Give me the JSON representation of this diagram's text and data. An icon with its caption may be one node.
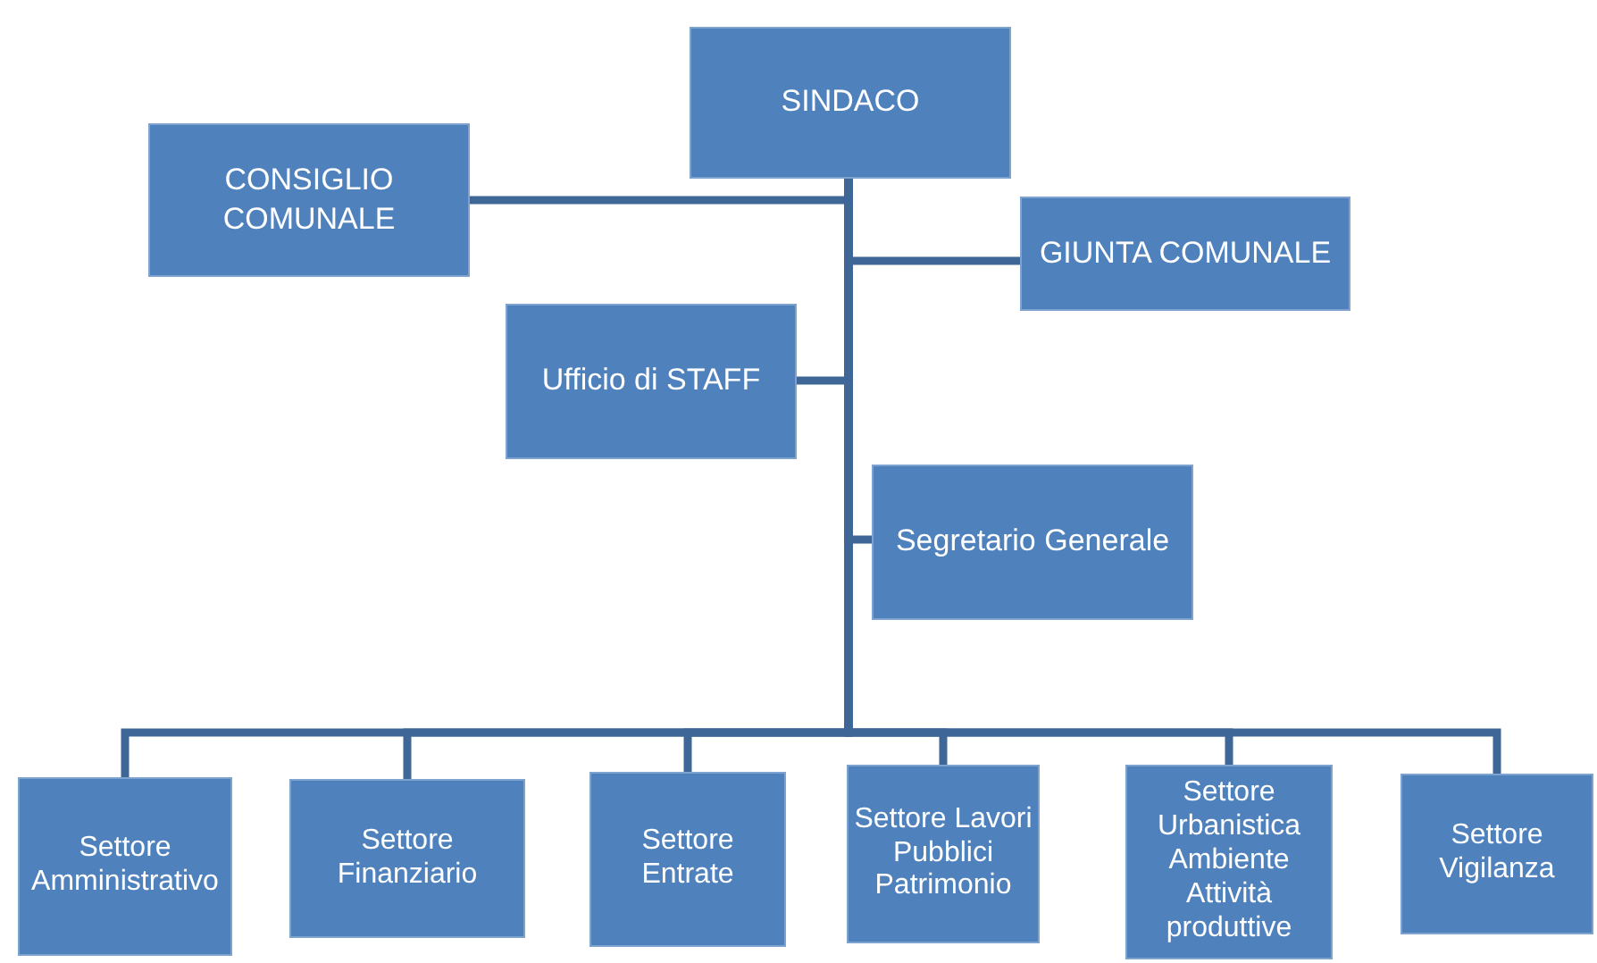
{
  "diagram": {
    "nodes": [
      {
        "text": [
          "SINDACO"
        ]
      },
      {
        "text": [
          "CONSIGLIO COMUNALE"
        ]
      },
      {
        "text": [
          "GIUNTA COMUNALE"
        ]
      },
      {
        "text": [
          "Ufficio di STAFF"
        ]
      },
      {
        "text": [
          "Segretario Generale"
        ]
      },
      {
        "text": [
          "Settore Amministrativo"
        ]
      },
      {
        "text": [
          "Settore Finanziario"
        ]
      },
      {
        "text": [
          "Settore Entrate"
        ]
      },
      {
        "text": [
          "Settore Lavori Pubblici Patrimonio"
        ]
      },
      {
        "text": [
          "Settore Urbanistica Ambiente Attività produttive"
        ]
      },
      {
        "text": [
          "Settore Vigilanza"
        ]
      }
    ],
    "edges": [
      {
        "from": 0,
        "to": 1,
        "arrow": "none"
      },
      {
        "from": 0,
        "to": 2,
        "arrow": "none"
      },
      {
        "from": 0,
        "to": 3,
        "arrow": "none"
      },
      {
        "from": 0,
        "to": 4,
        "arrow": "none"
      },
      {
        "from": 0,
        "to": 5,
        "arrow": "none"
      },
      {
        "from": 0,
        "to": 6,
        "arrow": "none"
      },
      {
        "from": 0,
        "to": 7,
        "arrow": "none"
      },
      {
        "from": 0,
        "to": 8,
        "arrow": "none"
      },
      {
        "from": 0,
        "to": 9,
        "arrow": "none"
      },
      {
        "from": 0,
        "to": 10,
        "arrow": "none"
      }
    ]
  }
}
